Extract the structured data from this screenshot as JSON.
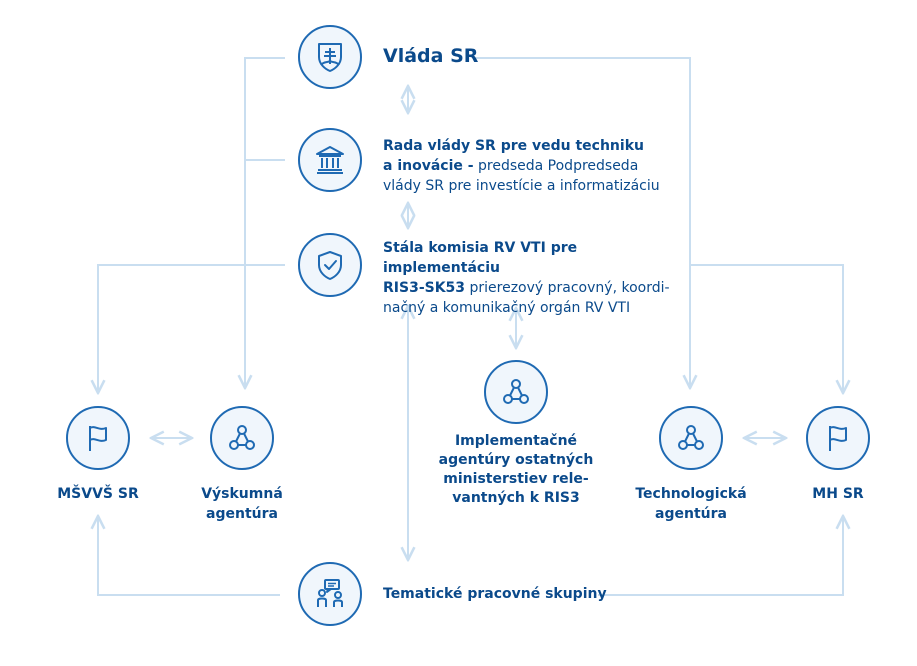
{
  "nodes": {
    "vlada": {
      "label": "Vláda SR",
      "icon": "slovak-coat-of-arms-icon"
    },
    "rada": {
      "title_bold_1": "Rada vlády SR pre vedu techniku",
      "title_bold_2": "a inovácie -",
      "desc_1": "predseda Podpredseda",
      "desc_2": "vlády SR pre investície a informatizáciu",
      "icon": "government-building-icon"
    },
    "komisia": {
      "title_bold_1": "Stála komisia RV VTI pre implementáciu",
      "title_bold_2": "RIS3-SK53",
      "desc_1": "prierezový pracovný, koordi-",
      "desc_2": "načný a komunikačný orgán RV VTI",
      "icon": "shield-check-icon"
    },
    "msvvs": {
      "label": "MŠVVŠ SR",
      "icon": "flag-icon"
    },
    "vyskumna": {
      "line_1": "Výskumná",
      "line_2": "agentúra",
      "icon": "network-nodes-icon"
    },
    "implementacne": {
      "line_1": "Implementačné",
      "line_2": "agentúry ostatných",
      "line_3": "ministerstiev rele-",
      "line_4": "vantných k RIS3",
      "icon": "network-nodes-icon"
    },
    "technologicka": {
      "line_1": "Technologická",
      "line_2": "agentúra",
      "icon": "network-nodes-icon"
    },
    "mh": {
      "label": "MH SR",
      "icon": "flag-icon"
    },
    "tematicke": {
      "label": "Tematické pracovné skupiny",
      "icon": "discussion-group-icon"
    }
  },
  "colors": {
    "line": "#c9def0",
    "node_border": "#1f6ab3",
    "node_fill": "#f0f6fc",
    "text": "#0b4a8b"
  }
}
